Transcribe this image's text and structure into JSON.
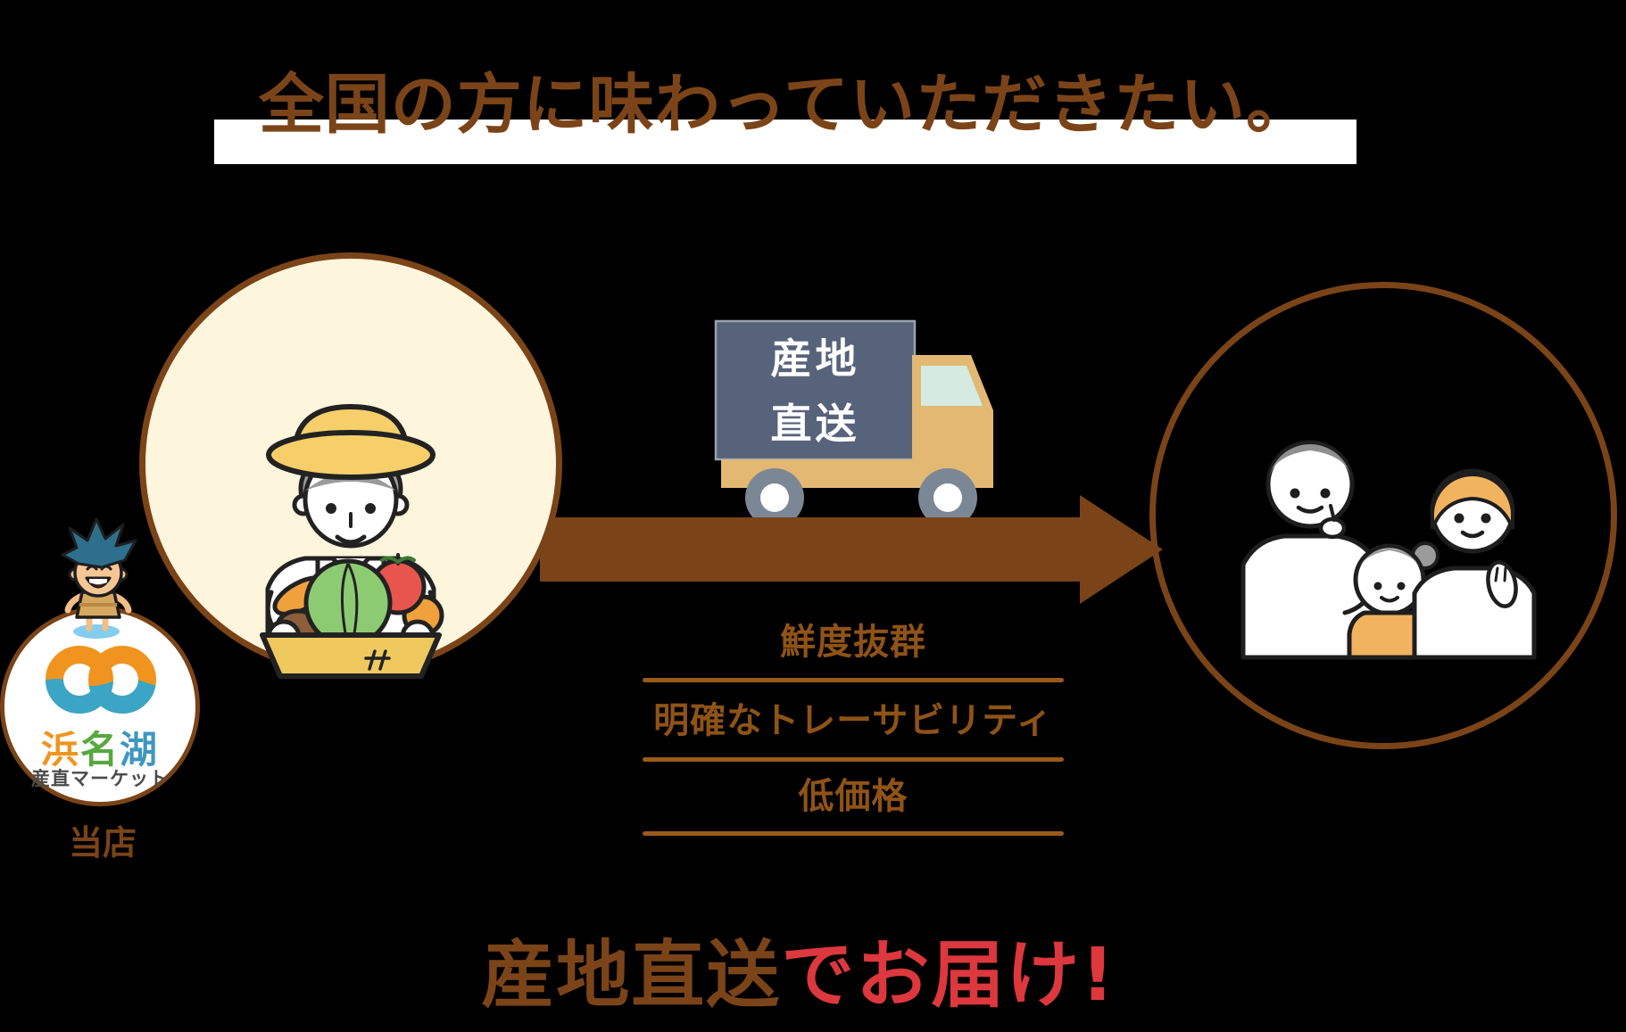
{
  "page": {
    "background_color": "#000000"
  },
  "header": {
    "title": "全国の方に味わっていただきたい。",
    "band_color": "#ffffff",
    "text_color": "#7B4418"
  },
  "producer": {
    "logo_name_char1": "浜",
    "logo_name_char2": "名",
    "logo_name_char3": "湖",
    "logo_subtitle": "産直マーケット",
    "shop_label": "当店"
  },
  "truck": {
    "label_line1": "産地",
    "label_line2": "直送"
  },
  "features": {
    "items": [
      "鮮度抜群",
      "明確なトレーサビリティ",
      "低価格"
    ]
  },
  "footer": {
    "lead_text": "産地直送",
    "emphasis_text": "でお届け!",
    "lead_color": "#7B4418",
    "emphasis_color": "#DC383D"
  },
  "colors": {
    "brown": "#7A4418",
    "arrow_brown": "#7A4318",
    "feature_text": "#8F5316",
    "feature_line": "#9A5A1A",
    "red": "#DC383D",
    "cream_circle": "#FDF5DC",
    "truck_box": "#57637B",
    "truck_body": "#E2B873",
    "windshield": "#D5EBE2",
    "wheel_gray": "#7C8796",
    "logo_orange": "#F0941F",
    "logo_green": "#57A83F",
    "logo_blue": "#3E97C0",
    "mascot_hair": "#2E6F8E"
  }
}
